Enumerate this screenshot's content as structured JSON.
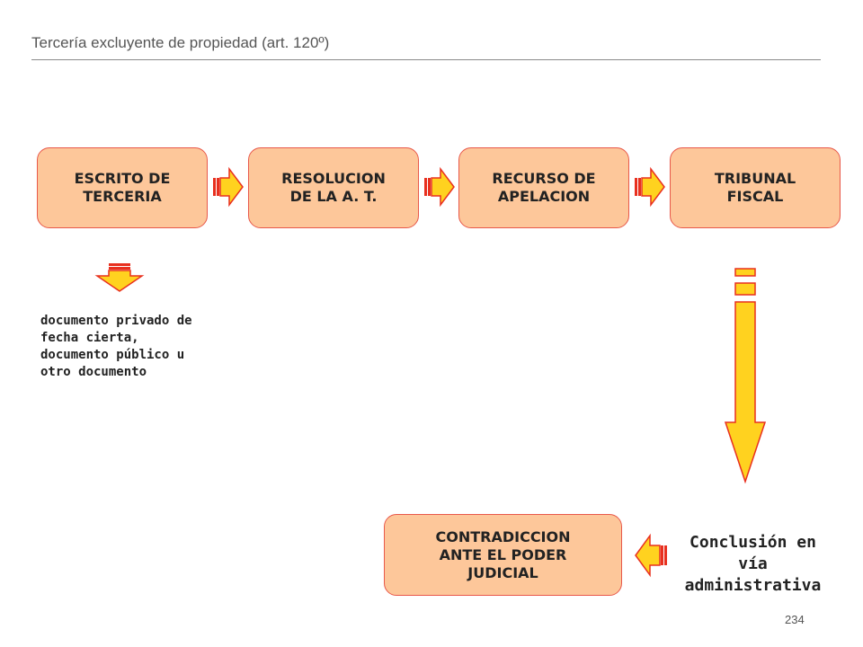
{
  "header": {
    "title": "Tercería excluyente de propiedad (art. 120º)"
  },
  "flow": {
    "steps": [
      {
        "label": "ESCRITO DE\nTERCERIA"
      },
      {
        "label": "RESOLUCION\nDE LA A. T."
      },
      {
        "label": "RECURSO DE\nAPELACION"
      },
      {
        "label": "TRIBUNAL\nFISCAL"
      }
    ],
    "note": "documento privado de\nfecha cierta,\ndocumento público u\notro documento",
    "final_box": "CONTRADICCION\nANTE EL PODER\nJUDICIAL",
    "conclusion": "Conclusión en\nvía\nadministrativa"
  },
  "colors": {
    "box_fill": "#fdc79a",
    "box_border": "#e8584a",
    "arrow_fill": "#ffd21f",
    "arrow_outline": "#e8301f"
  },
  "footer": {
    "page_number": "234"
  }
}
